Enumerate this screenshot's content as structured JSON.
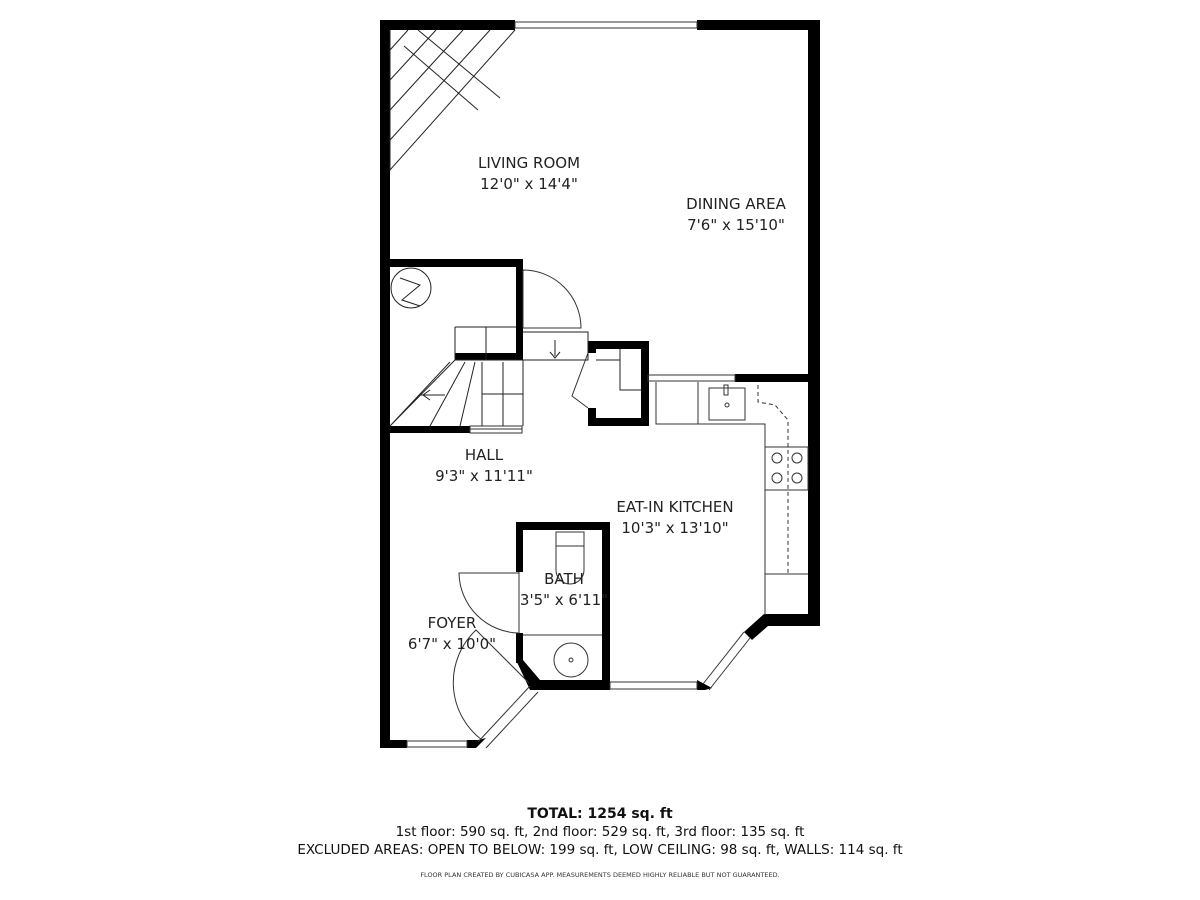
{
  "rooms": [
    {
      "name": "LIVING ROOM",
      "dims": "12'0\" x 14'4\""
    },
    {
      "name": "DINING AREA",
      "dims": "7'6\" x 15'10\""
    },
    {
      "name": "HALL",
      "dims": "9'3\" x 11'11\""
    },
    {
      "name": "EAT-IN KITCHEN",
      "dims": "10'3\" x 13'10\""
    },
    {
      "name": "BATH",
      "dims": "3'5\" x 6'11\""
    },
    {
      "name": "FOYER",
      "dims": "6'7\" x 10'0\""
    }
  ],
  "summary": {
    "total": "TOTAL: 1254 sq. ft",
    "floors": "1st floor: 590 sq. ft, 2nd floor: 529 sq. ft, 3rd floor: 135 sq. ft",
    "excluded": "EXCLUDED AREAS: OPEN TO BELOW: 199 sq. ft, LOW CEILING: 98 sq. ft, WALLS: 114 sq. ft",
    "disclaimer": "FLOOR PLAN CREATED BY CUBICASA APP. MEASUREMENTS DEEMED HIGHLY RELIABLE BUT NOT GUARANTEED."
  },
  "colors": {
    "wall": "#000000",
    "line": "#333333",
    "background": "#ffffff"
  }
}
